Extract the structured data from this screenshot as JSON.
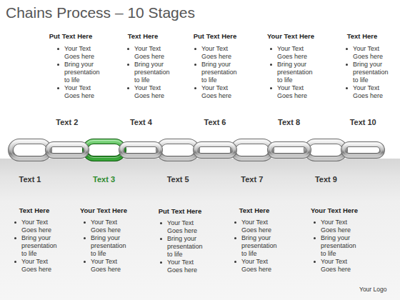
{
  "diagram": {
    "title": "Chains Process – 10 Stages",
    "nodes": [
      {
        "text": [
          "Text 1"
        ]
      },
      {
        "text": [
          "Text 2"
        ]
      },
      {
        "text": [
          "Text 3"
        ]
      },
      {
        "text": [
          "Text 4"
        ]
      },
      {
        "text": [
          "Text 5"
        ]
      },
      {
        "text": [
          "Text 6"
        ]
      },
      {
        "text": [
          "Text 7"
        ]
      },
      {
        "text": [
          "Text 8"
        ]
      },
      {
        "text": [
          "Text 9"
        ]
      },
      {
        "text": [
          "Text 10"
        ]
      }
    ],
    "labels": [
      "Put Text Here",
      "Your Text Goes here",
      "Bring your presentation to life",
      "Your Text Goes here",
      "Text Here",
      "Your Text Goes here",
      "Bring your presentation to life",
      "Your Text Goes here",
      "Put Text Here",
      "Your Text Goes here",
      "Bring your presentation to life",
      "Your Text Goes here",
      "Your Text Here",
      "Your Text Goes here",
      "Bring your presentation to life",
      "Your Text Goes here",
      "Text Here",
      "Your Text Goes here",
      "Bring your presentation to life",
      "Your Text Goes here",
      "Text Here",
      "Your Text Goes here",
      "Bring your presentation to life",
      "Your Text Goes here",
      "Your Text Here",
      "Your Text Goes here",
      "Bring your presentation to life",
      "Your Text Goes here",
      "Put Text Here",
      "Your Text Goes here",
      "Bring your presentation to life",
      "Your Text Goes here",
      "Text Here",
      "Your Text Goes here",
      "Bring your presentation to life",
      "Your Text Goes here",
      "Your Text Here",
      "Your Text Goes here",
      "Bring your presentation to life",
      "Your Text Goes here",
      "Your Logo"
    ]
  }
}
